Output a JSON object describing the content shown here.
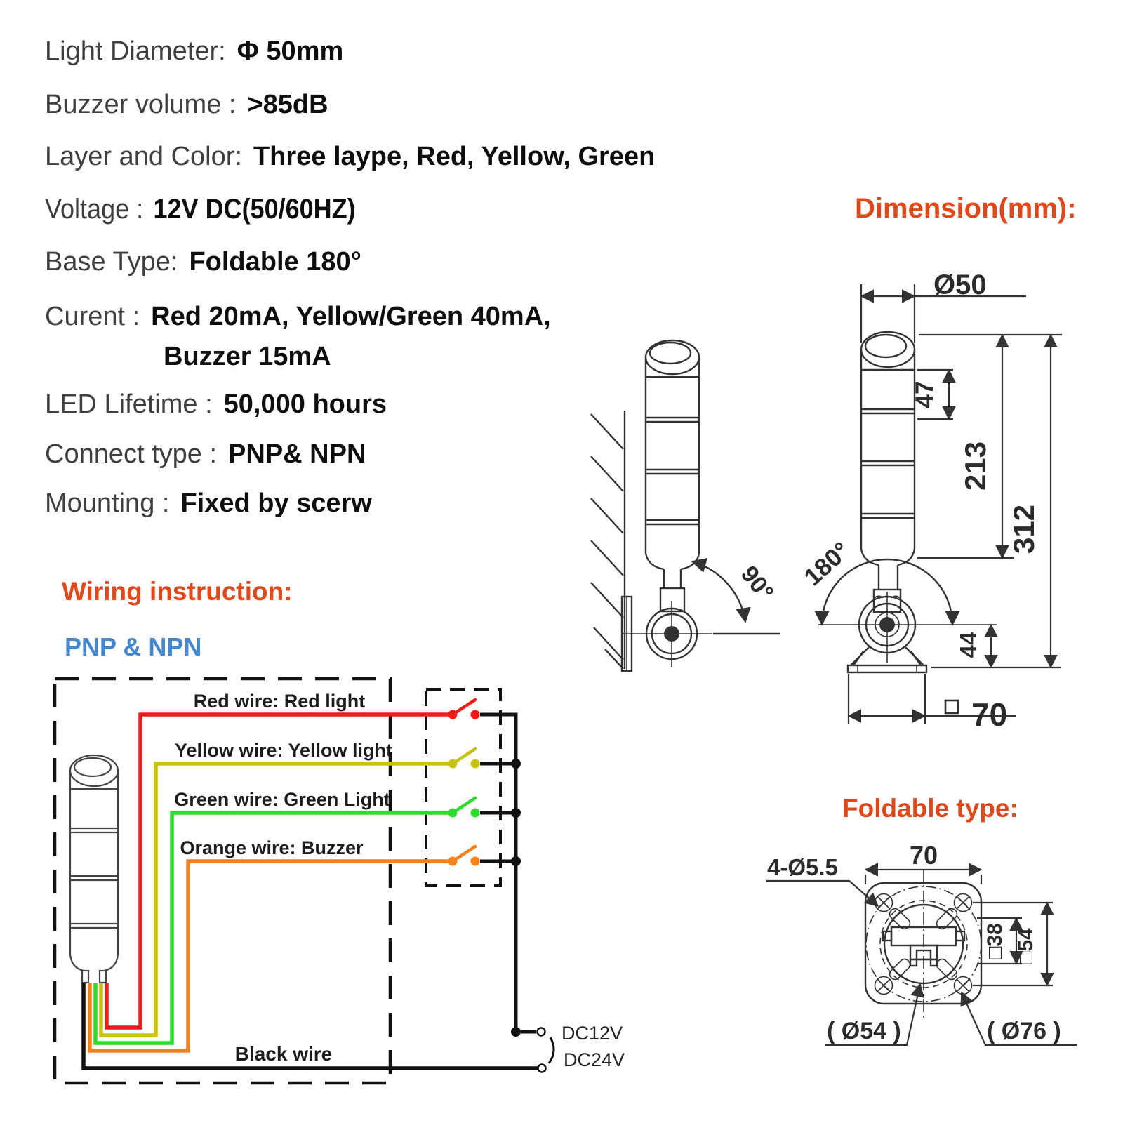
{
  "specs": {
    "items": [
      {
        "label": "Light Diameter:",
        "value": "Φ 50mm"
      },
      {
        "label": "Buzzer volume :",
        "value": ">85dB"
      },
      {
        "label": "Layer and Color:",
        "value": "Three laype, Red, Yellow, Green"
      },
      {
        "label": "Voltage :",
        "value": "12V DC(50/60HZ)"
      },
      {
        "label": "Base Type:",
        "value": "Foldable 180°"
      },
      {
        "label": "Curent :",
        "value": "Red 20mA, Yellow/Green 40mA,",
        "value2": "Buzzer 15mA"
      },
      {
        "label": "LED Lifetime :",
        "value": "50,000 hours"
      },
      {
        "label": "Connect type :",
        "value": "PNP& NPN"
      },
      {
        "label": "Mounting :",
        "value": "Fixed by scerw"
      }
    ]
  },
  "dimension": {
    "title": "Dimension(mm):",
    "side_angle": "90°",
    "front": {
      "diameter": "Ø50",
      "segment_height": "47",
      "tower_height": "213",
      "total_height": "312",
      "fold_angle": "180°",
      "base_height": "44",
      "square_symbol": "□",
      "base_width": "70"
    }
  },
  "wiring": {
    "title": "Wiring instruction:",
    "subtitle": "PNP & NPN",
    "wires": [
      {
        "label": "Red wire: Red light",
        "color": "#ed1c16"
      },
      {
        "label": "Yellow wire: Yellow light",
        "color": "#c9c314"
      },
      {
        "label": "Green wire: Green Light",
        "color": "#2bdd2b"
      },
      {
        "label": "Orange wire: Buzzer",
        "color": "#f58220"
      }
    ],
    "black_wire_label": "Black wire",
    "power_options": [
      "DC12V",
      "DC24V"
    ],
    "black_color": "#111111"
  },
  "foldable": {
    "title": "Foldable type:",
    "holes_label": "4-Ø5.5",
    "top_width": "70",
    "square_symbol": "□",
    "inner_span": "38",
    "hole_span": "54",
    "inner_diameter": "( Ø54 )",
    "outer_diameter": "( Ø76 )"
  },
  "colors": {
    "heading_orange": "#e0481a",
    "subtitle_blue": "#4487cf",
    "line_art": "#333333"
  }
}
